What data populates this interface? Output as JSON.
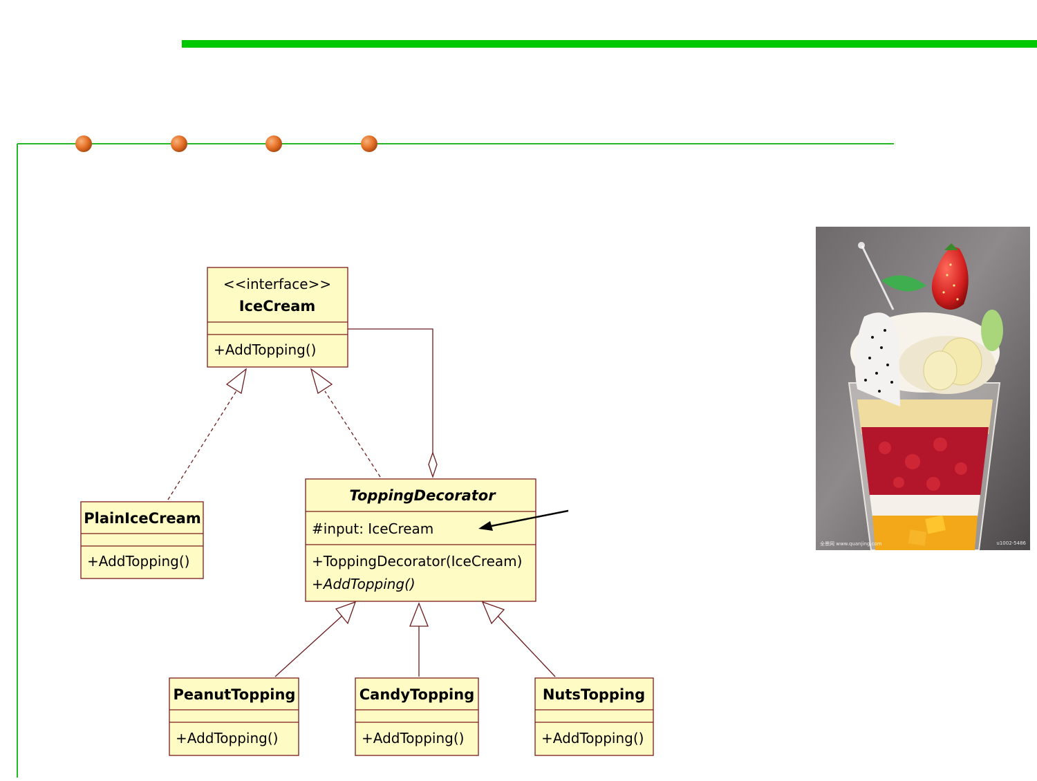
{
  "slide": {
    "accent_color": "#00c800",
    "frame_color": "#22b822",
    "bullet_color": "#e8742a"
  },
  "uml": {
    "box_fill": "#fffbc4",
    "box_stroke": "#7a1a1a",
    "classes": {
      "icecream": {
        "stereotype": "<<interface>>",
        "name": "IceCream",
        "operations": [
          "+AddTopping()"
        ]
      },
      "plain": {
        "name": "PlainIceCream",
        "operations": [
          "+AddTopping()"
        ]
      },
      "decorator": {
        "name": "ToppingDecorator",
        "attributes": [
          "#input: IceCream"
        ],
        "operations": [
          "+ToppingDecorator(IceCream)",
          "+AddTopping()"
        ]
      },
      "peanut": {
        "name": "PeanutTopping",
        "operations": [
          "+AddTopping()"
        ]
      },
      "candy": {
        "name": "CandyTopping",
        "operations": [
          "+AddTopping()"
        ]
      },
      "nuts": {
        "name": "NutsTopping",
        "operations": [
          "+AddTopping()"
        ]
      }
    }
  },
  "photo": {
    "subject": "ice cream parfait with strawberry, dragon fruit, banana and mango",
    "watermark_left": "全景网 www.quanjing.com",
    "watermark_right": "u1002-5486"
  }
}
